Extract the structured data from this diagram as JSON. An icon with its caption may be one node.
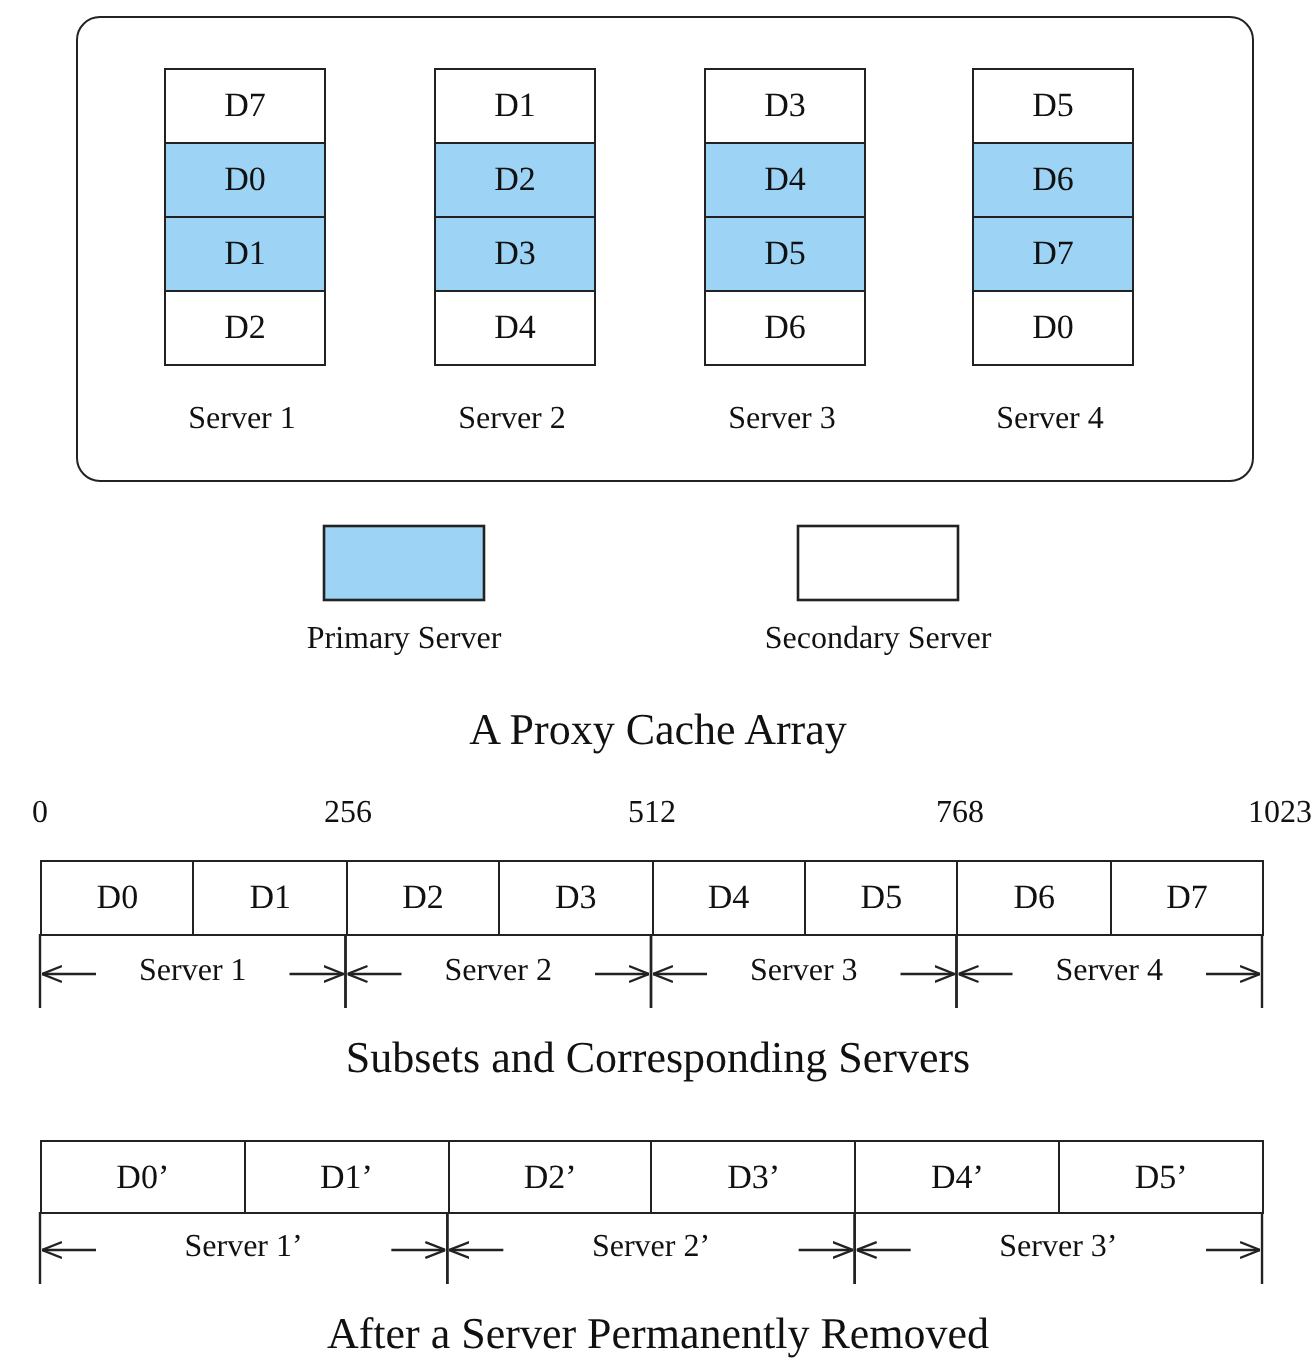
{
  "diagram": {
    "caption": "After a Server Permanently Removed",
    "nodes": [
      {
        "text": [],
        "shape": "box"
      },
      {
        "text": [
          "D7"
        ],
        "in": 0
      },
      {
        "text": [
          "D0"
        ],
        "in": 0
      },
      {
        "text": [
          "D1"
        ],
        "in": 0
      },
      {
        "text": [
          "D2"
        ],
        "in": 0
      },
      {
        "text": [
          "D1"
        ],
        "in": 0
      },
      {
        "text": [
          "D2"
        ],
        "in": 0
      },
      {
        "text": [
          "D3"
        ],
        "in": 0
      },
      {
        "text": [
          "D4"
        ],
        "in": 0
      },
      {
        "text": [
          "D3"
        ],
        "in": 0
      },
      {
        "text": [
          "D4"
        ],
        "in": 0
      },
      {
        "text": [
          "D5"
        ],
        "in": 0
      },
      {
        "text": [
          "D6"
        ],
        "in": 0
      },
      {
        "text": [
          "D5"
        ],
        "in": 0
      },
      {
        "text": [
          "D6"
        ],
        "in": 0
      },
      {
        "text": [
          "D7"
        ],
        "in": 0
      },
      {
        "text": [
          "D0"
        ],
        "in": 0
      },
      {
        "text": [
          "D0"
        ]
      },
      {
        "text": [
          "D1"
        ]
      },
      {
        "text": [
          "D2"
        ]
      },
      {
        "text": [
          "D3"
        ]
      },
      {
        "text": [
          "D4"
        ]
      },
      {
        "text": [
          "D5"
        ]
      },
      {
        "text": [
          "D6"
        ]
      },
      {
        "text": [
          "D7"
        ]
      },
      {
        "text": [
          "D0’"
        ]
      },
      {
        "text": [
          "D1’"
        ]
      },
      {
        "text": [
          "D2’"
        ]
      },
      {
        "text": [
          "D3’"
        ]
      },
      {
        "text": [
          "D4’"
        ]
      },
      {
        "text": [
          "D5’"
        ]
      }
    ],
    "labels": [
      "Server 1",
      "Server 2",
      "Server 3",
      "Server 4",
      "A Proxy Cache Array",
      "0",
      "256",
      "512",
      "768",
      "1023",
      "Server 1",
      "Server 2",
      "Server 3",
      "Server 4",
      "Subsets and Corresponding Servers",
      "Server 1’",
      "Server 2’",
      "Server 3’"
    ],
    "legend": [
      {
        "text": "Primary Server",
        "color": "#9dd3f5"
      },
      {
        "text": "Secondary Server",
        "color": "#ffffff"
      }
    ]
  }
}
